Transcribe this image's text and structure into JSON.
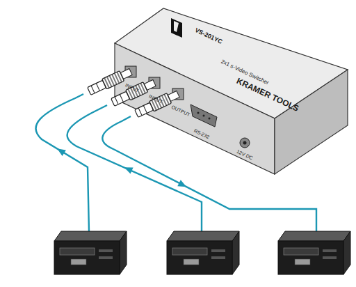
{
  "diagram": {
    "labels": [
      "VS-201YC",
      "2x1 s-Video Switcher",
      "KRAMER TOOLS",
      "INPUT",
      "INPUT",
      "OUTPUT",
      "RS-232",
      "12V DC"
    ]
  }
}
